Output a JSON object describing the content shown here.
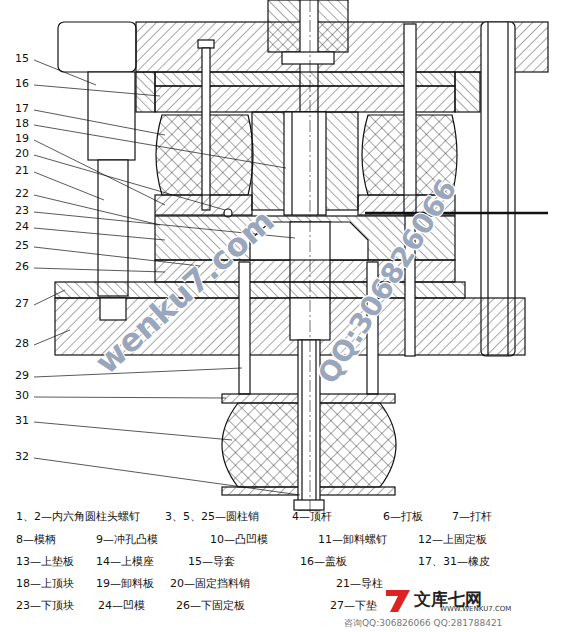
{
  "diagram": {
    "labels": [
      "15",
      "16",
      "17",
      "18",
      "19",
      "20",
      "21",
      "22",
      "23",
      "24",
      "25",
      "26",
      "27",
      "28",
      "29",
      "30",
      "31",
      "32",
      "1、2—内六角圆柱头螺钉",
      "3、5、25—圆柱销",
      "4—顶杆",
      "6—打板",
      "7—打杆",
      "8—模柄",
      "9—冲孔凸模",
      "10—凸凹模",
      "11—卸料螺钉",
      "12—上固定板",
      "13—上垫板",
      "14—上模座",
      "15—导套",
      "16—盖板",
      "17、31—橡皮",
      "18—上顶块",
      "19—卸料板",
      "20—固定挡料销",
      "21—导柱",
      "23—下顶块",
      "24—凹模",
      "26—下固定板",
      "27—下垫",
      "wenku7.com",
      "QQ:306826066",
      "文库七网",
      "WWW.WENKU7.COM",
      "咨询QQ:306826066 QQ:281788421"
    ]
  }
}
